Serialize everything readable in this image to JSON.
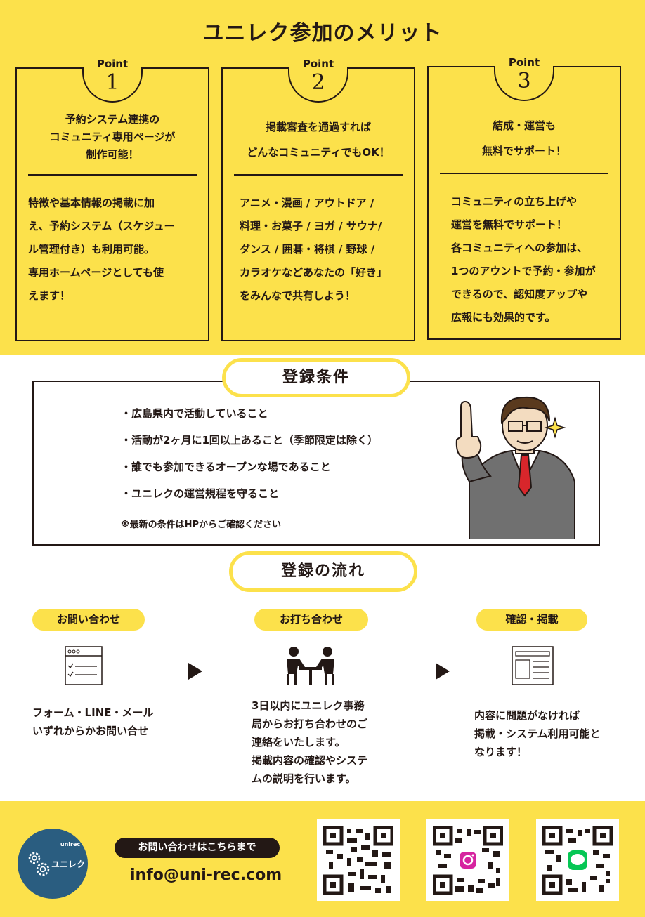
{
  "merits": {
    "title": "ユニレク参加のメリット",
    "points": [
      {
        "word": "Point",
        "number": "1",
        "headline": [
          "予約システム連携の",
          "コミュニティ専用ページが",
          "制作可能！"
        ],
        "body": [
          "特徴や基本情報の掲載に加",
          "え、予約システム（スケジュー",
          "ル管理付き）も利用可能。",
          "専用ホームページとしても使",
          "えます！"
        ]
      },
      {
        "word": "Point",
        "number": "2",
        "headline": [
          "掲載審査を通過すれば",
          "どんなコミュニティでもOK！"
        ],
        "body": [
          "アニメ・漫画 / アウトドア /",
          "料理・お菓子 / ヨガ / サウナ/",
          "ダンス / 囲碁・将棋 / 野球 /",
          "カラオケなどあなたの「好き」",
          "をみんなで共有しよう！"
        ]
      },
      {
        "word": "Point",
        "number": "3",
        "headline": [
          "結成・運営も",
          "無料でサポート！"
        ],
        "body": [
          "コミュニティの立ち上げや",
          "運営を無料でサポート！",
          "各コミュニティへの参加は、",
          "1つのアウントで予約・参加が",
          "できるので、認知度アップや",
          "広報にも効果的です。"
        ]
      }
    ]
  },
  "conditions": {
    "title": "登録条件",
    "items": [
      "・広島県内で活動していること",
      "・活動が2ヶ月に1回以上あること（季節限定は除く）",
      "・誰でも参加できるオープンな場であること",
      "・ユニレクの運営規程を守ること"
    ],
    "note": "※最新の条件はHPからご確認ください"
  },
  "flow": {
    "title": "登録の流れ",
    "steps": [
      {
        "label": "お問い合わせ",
        "icon": "form-checklist-icon",
        "text": [
          "フォーム・LINE・メール",
          "いずれからかお問い合せ"
        ]
      },
      {
        "label": "お打ち合わせ",
        "icon": "meeting-icon",
        "text": [
          "3日以内にユニレク事務",
          "局からお打ち合わせのご",
          "連絡をいたします。",
          "掲載内容の確認やシステ",
          "ムの説明を行います。"
        ]
      },
      {
        "label": "確認・掲載",
        "icon": "webpage-layout-icon",
        "text": [
          "内容に問題がなければ",
          "掲載・システム利用可能と",
          "なります！"
        ]
      }
    ]
  },
  "footer": {
    "logo_small": "unirec",
    "logo_big": "ユニレク",
    "contact_label": "お問い合わせはこちらまで",
    "email": "info@uni-rec.com",
    "qr_codes": [
      {
        "icon": "qr-code-icon"
      },
      {
        "icon": "instagram-qr-icon"
      },
      {
        "icon": "line-qr-icon"
      }
    ]
  },
  "colors": {
    "yellow": "#fce14b",
    "ink": "#231815",
    "logo_blue": "#2a5d80",
    "suit_gray": "#707070",
    "tie_red": "#d8262b"
  }
}
